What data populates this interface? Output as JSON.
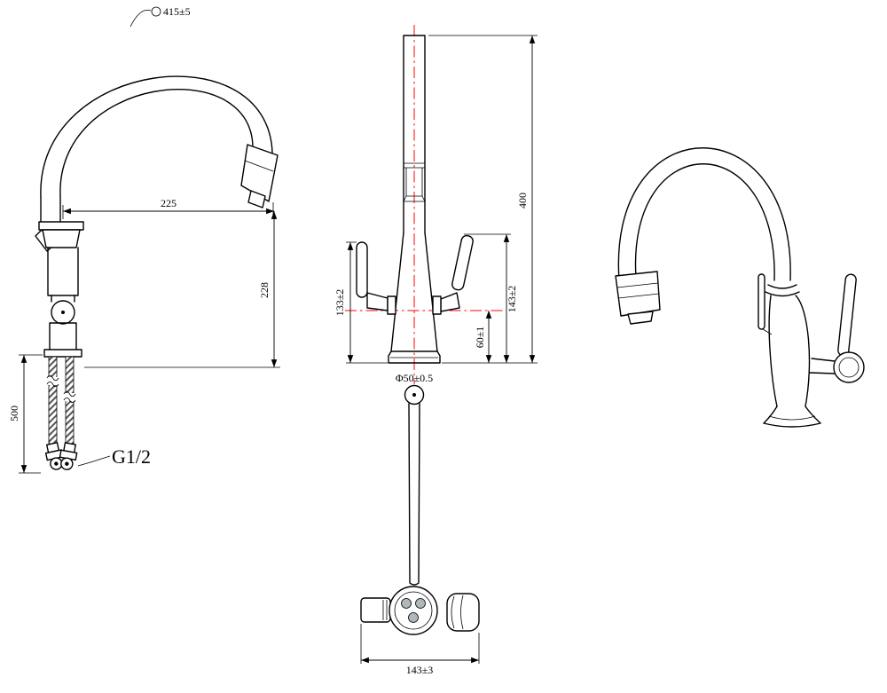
{
  "colors": {
    "line": "#000000",
    "centerline": "#ff0000",
    "background": "#ffffff"
  },
  "labels": {
    "side_view": {
      "arc": "415±5",
      "reach": "225",
      "spout_drop": "228",
      "hose_length": "500",
      "thread": "G1/2"
    },
    "front_view": {
      "overall_height": "400",
      "left_handle_height": "133±2",
      "right_handle_height": "143±2",
      "handle_to_base": "60±1",
      "base_diameter": "Φ50±0.5"
    },
    "top_view": {
      "overall_width": "143±3"
    }
  }
}
